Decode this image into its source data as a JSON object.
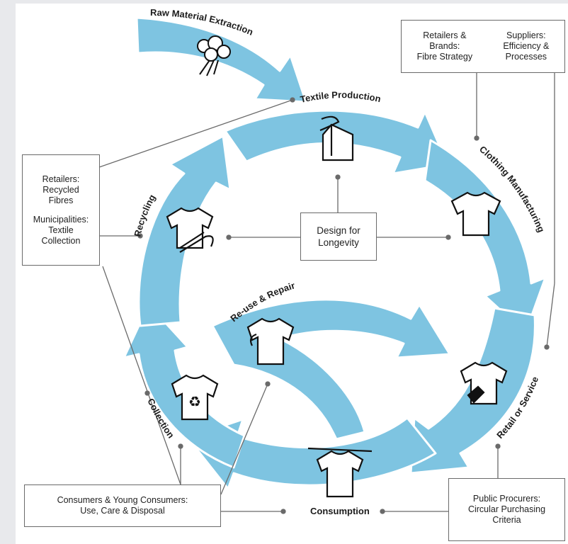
{
  "stages": {
    "raw_material": "Raw Material Extraction",
    "textile_production": "Textile Production",
    "clothing_manufacturing": "Clothing Manufacturing",
    "retail_service": "Retail or Service",
    "consumption": "Consumption",
    "collection": "Collection",
    "recycling": "Recycling",
    "reuse_repair": "Re-use & Repair"
  },
  "boxes": {
    "top_right": {
      "left_col": [
        "Retailers &",
        "Brands:",
        "Fibre Strategy"
      ],
      "right_col": [
        "Suppliers:",
        "Efficiency &",
        "Processes"
      ]
    },
    "left": {
      "group1": [
        "Retailers:",
        "Recycled",
        "Fibres"
      ],
      "group2": [
        "Municipalities:",
        "Textile",
        "Collection"
      ]
    },
    "center": [
      "Design for",
      "Longevity"
    ],
    "bottom_left": [
      "Consumers & Young Consumers:",
      "Use, Care & Disposal"
    ],
    "bottom_right": [
      "Public Procurers:",
      "Circular Purchasing",
      "Criteria"
    ]
  },
  "icons": {
    "raw": "cotton-plant-icon",
    "textile": "fabric-roll-icon",
    "manufacturing": "tshirt-icon",
    "retail": "tshirt-price-tag-icon",
    "consumption": "tshirt-on-line-icon",
    "collection": "tshirt-recycle-icon",
    "recycling": "tshirt-thread-icon",
    "reuse": "tshirt-needle-icon"
  },
  "colors": {
    "arrow": "#7ec4e1",
    "arrow_edge": "#ffffff",
    "line": "#6a6a6a",
    "text": "#1c1c1c"
  }
}
